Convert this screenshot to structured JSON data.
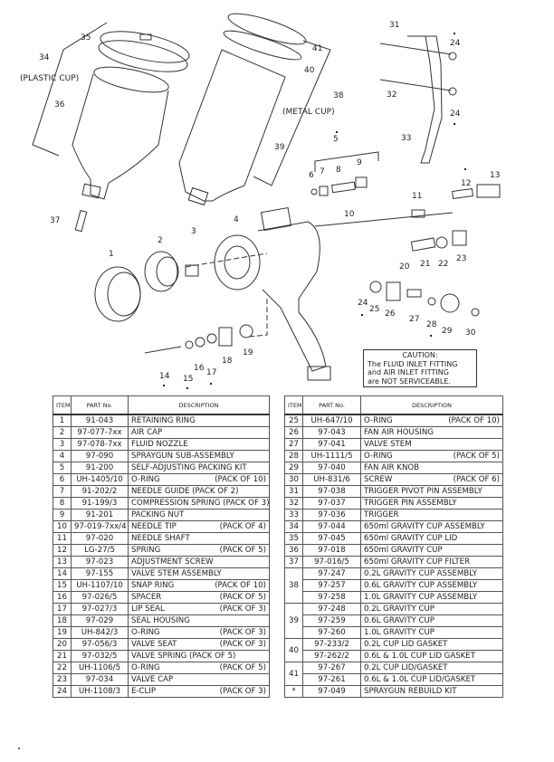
{
  "diagram": {
    "labels": {
      "plastic_cup": "(PLASTIC CUP)",
      "metal_cup": "(METAL CUP)"
    },
    "callouts": [
      "31",
      "24",
      "32",
      "24",
      "33",
      "35",
      "34",
      "36",
      "41",
      "40",
      "38",
      "39",
      "5",
      "6",
      "7",
      "8",
      "9",
      "13",
      "12",
      "11",
      "10",
      "4",
      "37",
      "3",
      "2",
      "1",
      "20",
      "21",
      "22",
      "23",
      "24",
      "25",
      "26",
      "27",
      "28",
      "29",
      "30",
      "19",
      "18",
      "16",
      "17",
      "15",
      "14"
    ]
  },
  "caution": {
    "title": "CAUTION:",
    "lines": [
      "The FLUID INLET FITTING",
      "and AIR INLET FITTING",
      "are NOT SERVICEABLE."
    ]
  },
  "table_headers": {
    "item": "ITEM",
    "part": "PART No.",
    "desc": "DESCRIPTION"
  },
  "left_table": [
    {
      "item": "1",
      "part": "91-043",
      "desc": "RETAINING RING",
      "pack": ""
    },
    {
      "item": "2",
      "part": "97-077-7xx",
      "desc": "AIR CAP",
      "pack": ""
    },
    {
      "item": "3",
      "part": "97-078-7xx",
      "desc": "FLUID NOZZLE",
      "pack": ""
    },
    {
      "item": "4",
      "part": "97-090",
      "desc": "SPRAYGUN SUB-ASSEMBLY",
      "pack": ""
    },
    {
      "item": "5",
      "part": "91-200",
      "desc": "SELF-ADJUSTING PACKING KIT",
      "pack": ""
    },
    {
      "item": "6",
      "part": "UH-1405/10",
      "desc": "O-RING",
      "pack": "(PACK OF 10)"
    },
    {
      "item": "7",
      "part": "91-202/2",
      "desc": "NEEDLE GUIDE (PACK OF 2)",
      "pack": ""
    },
    {
      "item": "8",
      "part": "91-199/3",
      "desc": "COMPRESSION SPRING (PACK OF 3)",
      "pack": ""
    },
    {
      "item": "9",
      "part": "91-201",
      "desc": "PACKING NUT",
      "pack": ""
    },
    {
      "item": "10",
      "part": "97-019-7xx/4",
      "desc": "NEEDLE TIP",
      "pack": "(PACK OF 4)"
    },
    {
      "item": "11",
      "part": "97-020",
      "desc": "NEEDLE SHAFT",
      "pack": ""
    },
    {
      "item": "12",
      "part": "LG-27/5",
      "desc": "SPRING",
      "pack": "(PACK OF 5)"
    },
    {
      "item": "13",
      "part": "97-023",
      "desc": "ADJUSTMENT SCREW",
      "pack": ""
    },
    {
      "item": "14",
      "part": "97-155",
      "desc": "VALVE STEM ASSEMBLY",
      "pack": ""
    },
    {
      "item": "15",
      "part": "UH-1107/10",
      "desc": "SNAP RING",
      "pack": "(PACK OF 10)"
    },
    {
      "item": "16",
      "part": "97-026/5",
      "desc": "SPACER",
      "pack": "(PACK OF 5)"
    },
    {
      "item": "17",
      "part": "97-027/3",
      "desc": "LIP SEAL",
      "pack": "(PACK OF 3)"
    },
    {
      "item": "18",
      "part": "97-029",
      "desc": "SEAL HOUSING",
      "pack": ""
    },
    {
      "item": "19",
      "part": "UH-842/3",
      "desc": "O-RING",
      "pack": "(PACK OF 3)"
    },
    {
      "item": "20",
      "part": "97-056/3",
      "desc": "VALVE SEAT",
      "pack": "(PACK OF 3)"
    },
    {
      "item": "21",
      "part": "97-032/5",
      "desc": "VALVE SPRING (PACK OF 5)",
      "pack": ""
    },
    {
      "item": "22",
      "part": "UH-1106/5",
      "desc": "O-RING",
      "pack": "(PACK OF 5)"
    },
    {
      "item": "23",
      "part": "97-034",
      "desc": "VALVE CAP",
      "pack": ""
    },
    {
      "item": "24",
      "part": "UH-1108/3",
      "desc": "E-CLIP",
      "pack": "(PACK OF 3)"
    }
  ],
  "right_table": [
    {
      "item": "25",
      "part": "UH-647/10",
      "desc": "O-RING",
      "pack": "(PACK OF 10)"
    },
    {
      "item": "26",
      "part": "97-043",
      "desc": "FAN AIR HOUSING",
      "pack": ""
    },
    {
      "item": "27",
      "part": "97-041",
      "desc": "VALVE STEM",
      "pack": ""
    },
    {
      "item": "28",
      "part": "UH-1111/5",
      "desc": "O-RING",
      "pack": "(PACK OF 5)"
    },
    {
      "item": "29",
      "part": "97-040",
      "desc": "FAN AIR KNOB",
      "pack": ""
    },
    {
      "item": "30",
      "part": "UH-831/6",
      "desc": "SCREW",
      "pack": "(PACK OF 6)"
    },
    {
      "item": "31",
      "part": "97-038",
      "desc": "TRIGGER PIVOT PIN ASSEMBLY",
      "pack": ""
    },
    {
      "item": "32",
      "part": "97-037",
      "desc": "TRIGGER PIN ASSEMBLY",
      "pack": ""
    },
    {
      "item": "33",
      "part": "97-036",
      "desc": "TRIGGER",
      "pack": ""
    },
    {
      "item": "34",
      "part": "97-044",
      "desc": "650ml GRAVITY CUP ASSEMBLY",
      "pack": ""
    },
    {
      "item": "35",
      "part": "97-045",
      "desc": "650ml GRAVITY CUP LID",
      "pack": ""
    },
    {
      "item": "36",
      "part": "97-018",
      "desc": "650ml GRAVITY CUP",
      "pack": ""
    },
    {
      "item": "37",
      "part": "97-016/5",
      "desc": "650ml GRAVITY CUP FILTER",
      "pack": ""
    },
    {
      "item": "38",
      "part": "97-247",
      "desc": "0.2L GRAVITY CUP ASSEMBLY",
      "pack": ""
    },
    {
      "item": "",
      "part": "97-257",
      "desc": "0.6L GRAVITY CUP ASSEMBLY",
      "pack": ""
    },
    {
      "item": "",
      "part": "97-258",
      "desc": "1.0L GRAVITY CUP ASSEMBLY",
      "pack": ""
    },
    {
      "item": "39",
      "part": "97-248",
      "desc": "0.2L GRAVITY CUP",
      "pack": ""
    },
    {
      "item": "",
      "part": "97-259",
      "desc": "0.6L GRAVITY CUP",
      "pack": ""
    },
    {
      "item": "",
      "part": "97-260",
      "desc": "1.0L GRAVITY CUP",
      "pack": ""
    },
    {
      "item": "40",
      "part": "97-233/2",
      "desc": "0.2L CUP LID GASKET",
      "pack": ""
    },
    {
      "item": "",
      "part": "97-262/2",
      "desc": "0.6L & 1.0L CUP LID GASKET",
      "pack": ""
    },
    {
      "item": "41",
      "part": "97-267",
      "desc": "0.2L CUP LID/GASKET",
      "pack": ""
    },
    {
      "item": "",
      "part": "97-261",
      "desc": "0.6L & 1.0L CUP LID/GASKET",
      "pack": ""
    },
    {
      "item": "*",
      "part": "97-049",
      "desc": "SPRAYGUN REBUILD KIT",
      "pack": ""
    }
  ]
}
